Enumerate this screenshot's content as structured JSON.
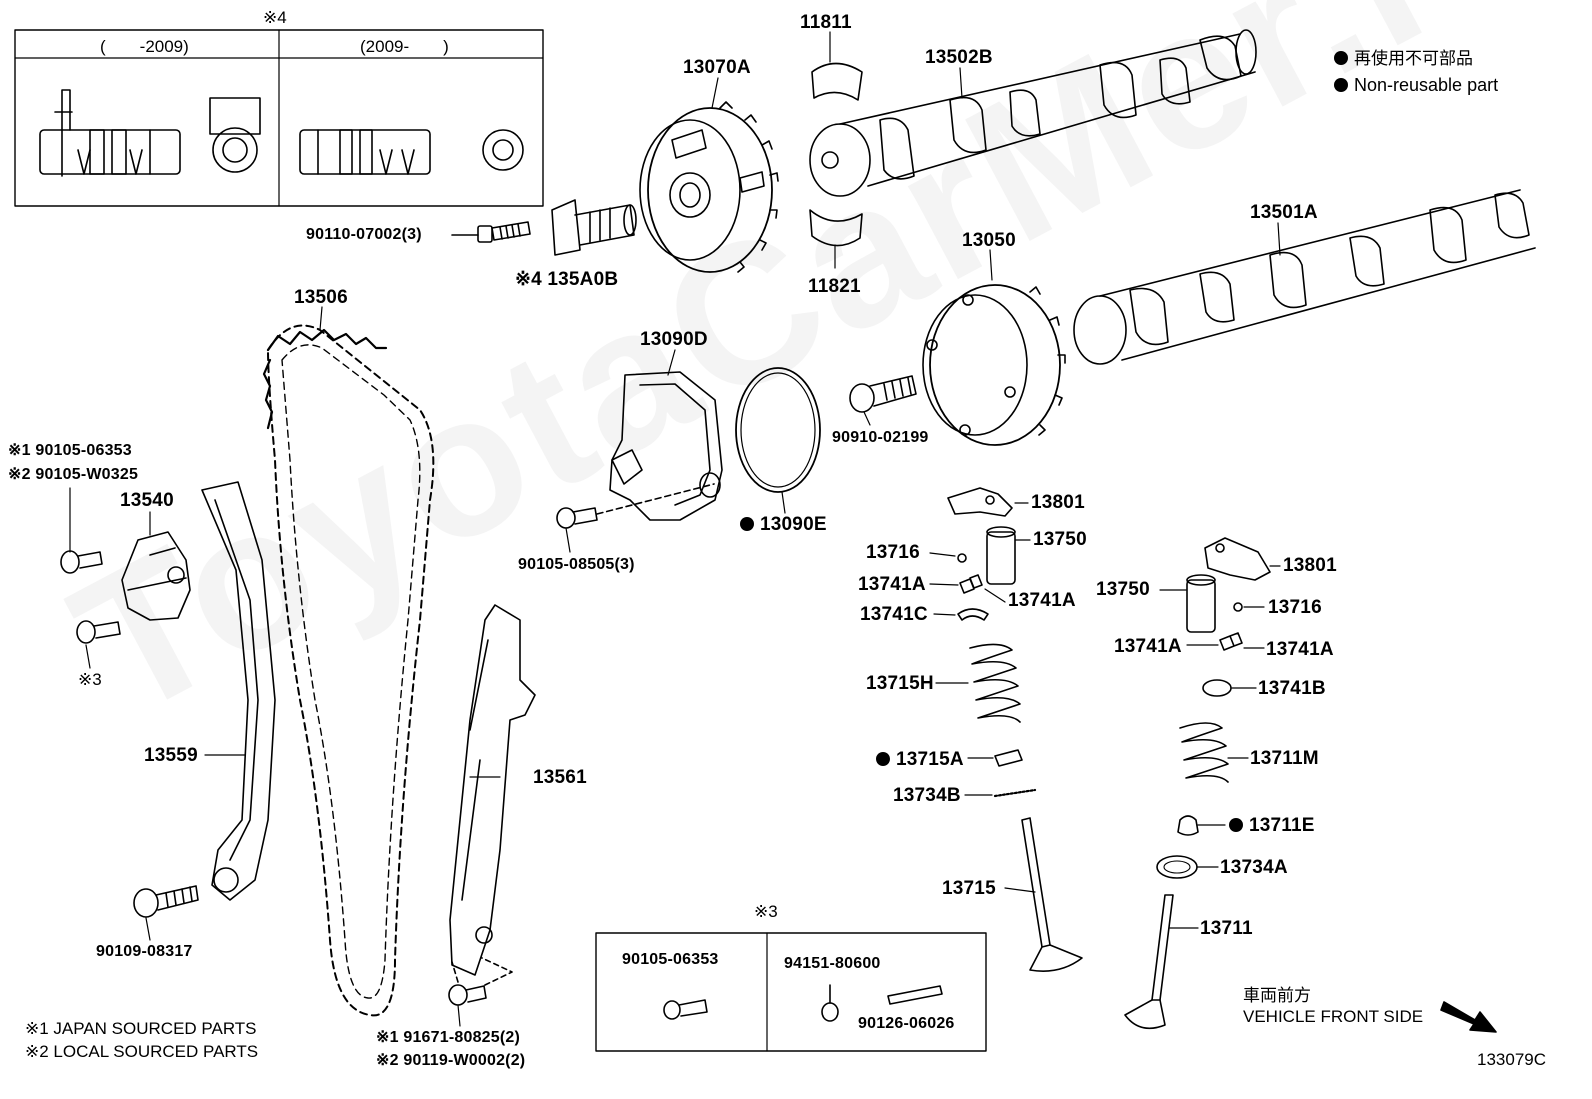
{
  "header": {
    "variant_mark": "※4",
    "col_left": "(　　-2009)",
    "col_right": "(2009-　　)"
  },
  "legend": {
    "jp": "再使用不可部品",
    "en": "Non-reusable part"
  },
  "parts": {
    "p11811": "11811",
    "p13502B": "13502B",
    "p13070A": "13070A",
    "p90110": "90110-07002(3)",
    "p135A0B": "※4 135A0B",
    "p11821": "11821",
    "p13050": "13050",
    "p13501A": "13501A",
    "p13506": "13506",
    "p13090D": "13090D",
    "p90910": "90910-02199",
    "p90105_06353_j": "※1 90105-06353",
    "p90105_W0325": "※2 90105-W0325",
    "p13540": "13540",
    "mark3": "※3",
    "p13090E": "13090E",
    "p90105_08505": "90105-08505(3)",
    "p13801a": "13801",
    "p13750a": "13750",
    "p13716a": "13716",
    "p13741A_1": "13741A",
    "p13741A_2": "13741A",
    "p13741C": "13741C",
    "p13801b": "13801",
    "p13750b": "13750",
    "p13716b": "13716",
    "p13741A_3": "13741A",
    "p13741A_4": "13741A",
    "p13741B": "13741B",
    "p13715H": "13715H",
    "p13715A": "13715A",
    "p13734B": "13734B",
    "p13711M": "13711M",
    "p13711E": "13711E",
    "p13734A": "13734A",
    "p13559": "13559",
    "p13561": "13561",
    "p13715": "13715",
    "p13711": "13711",
    "p90109": "90109-08317"
  },
  "box3": {
    "mark": "※3",
    "left_part": "90105-06353",
    "right_part_a": "94151-80600",
    "right_part_b": "90126-06026"
  },
  "bottom_parts": {
    "jp_bolt": "※1 91671-80825(2)",
    "local_bolt": "※2 90119-W0002(2)"
  },
  "footnotes": {
    "n1": "※1 JAPAN SOURCED PARTS",
    "n2": "※2 LOCAL SOURCED PARTS"
  },
  "direction": {
    "jp": "車両前方",
    "en": "VEHICLE FRONT SIDE"
  },
  "diagram_code": "133079C",
  "watermark": "ToyotaCarMer.ru"
}
